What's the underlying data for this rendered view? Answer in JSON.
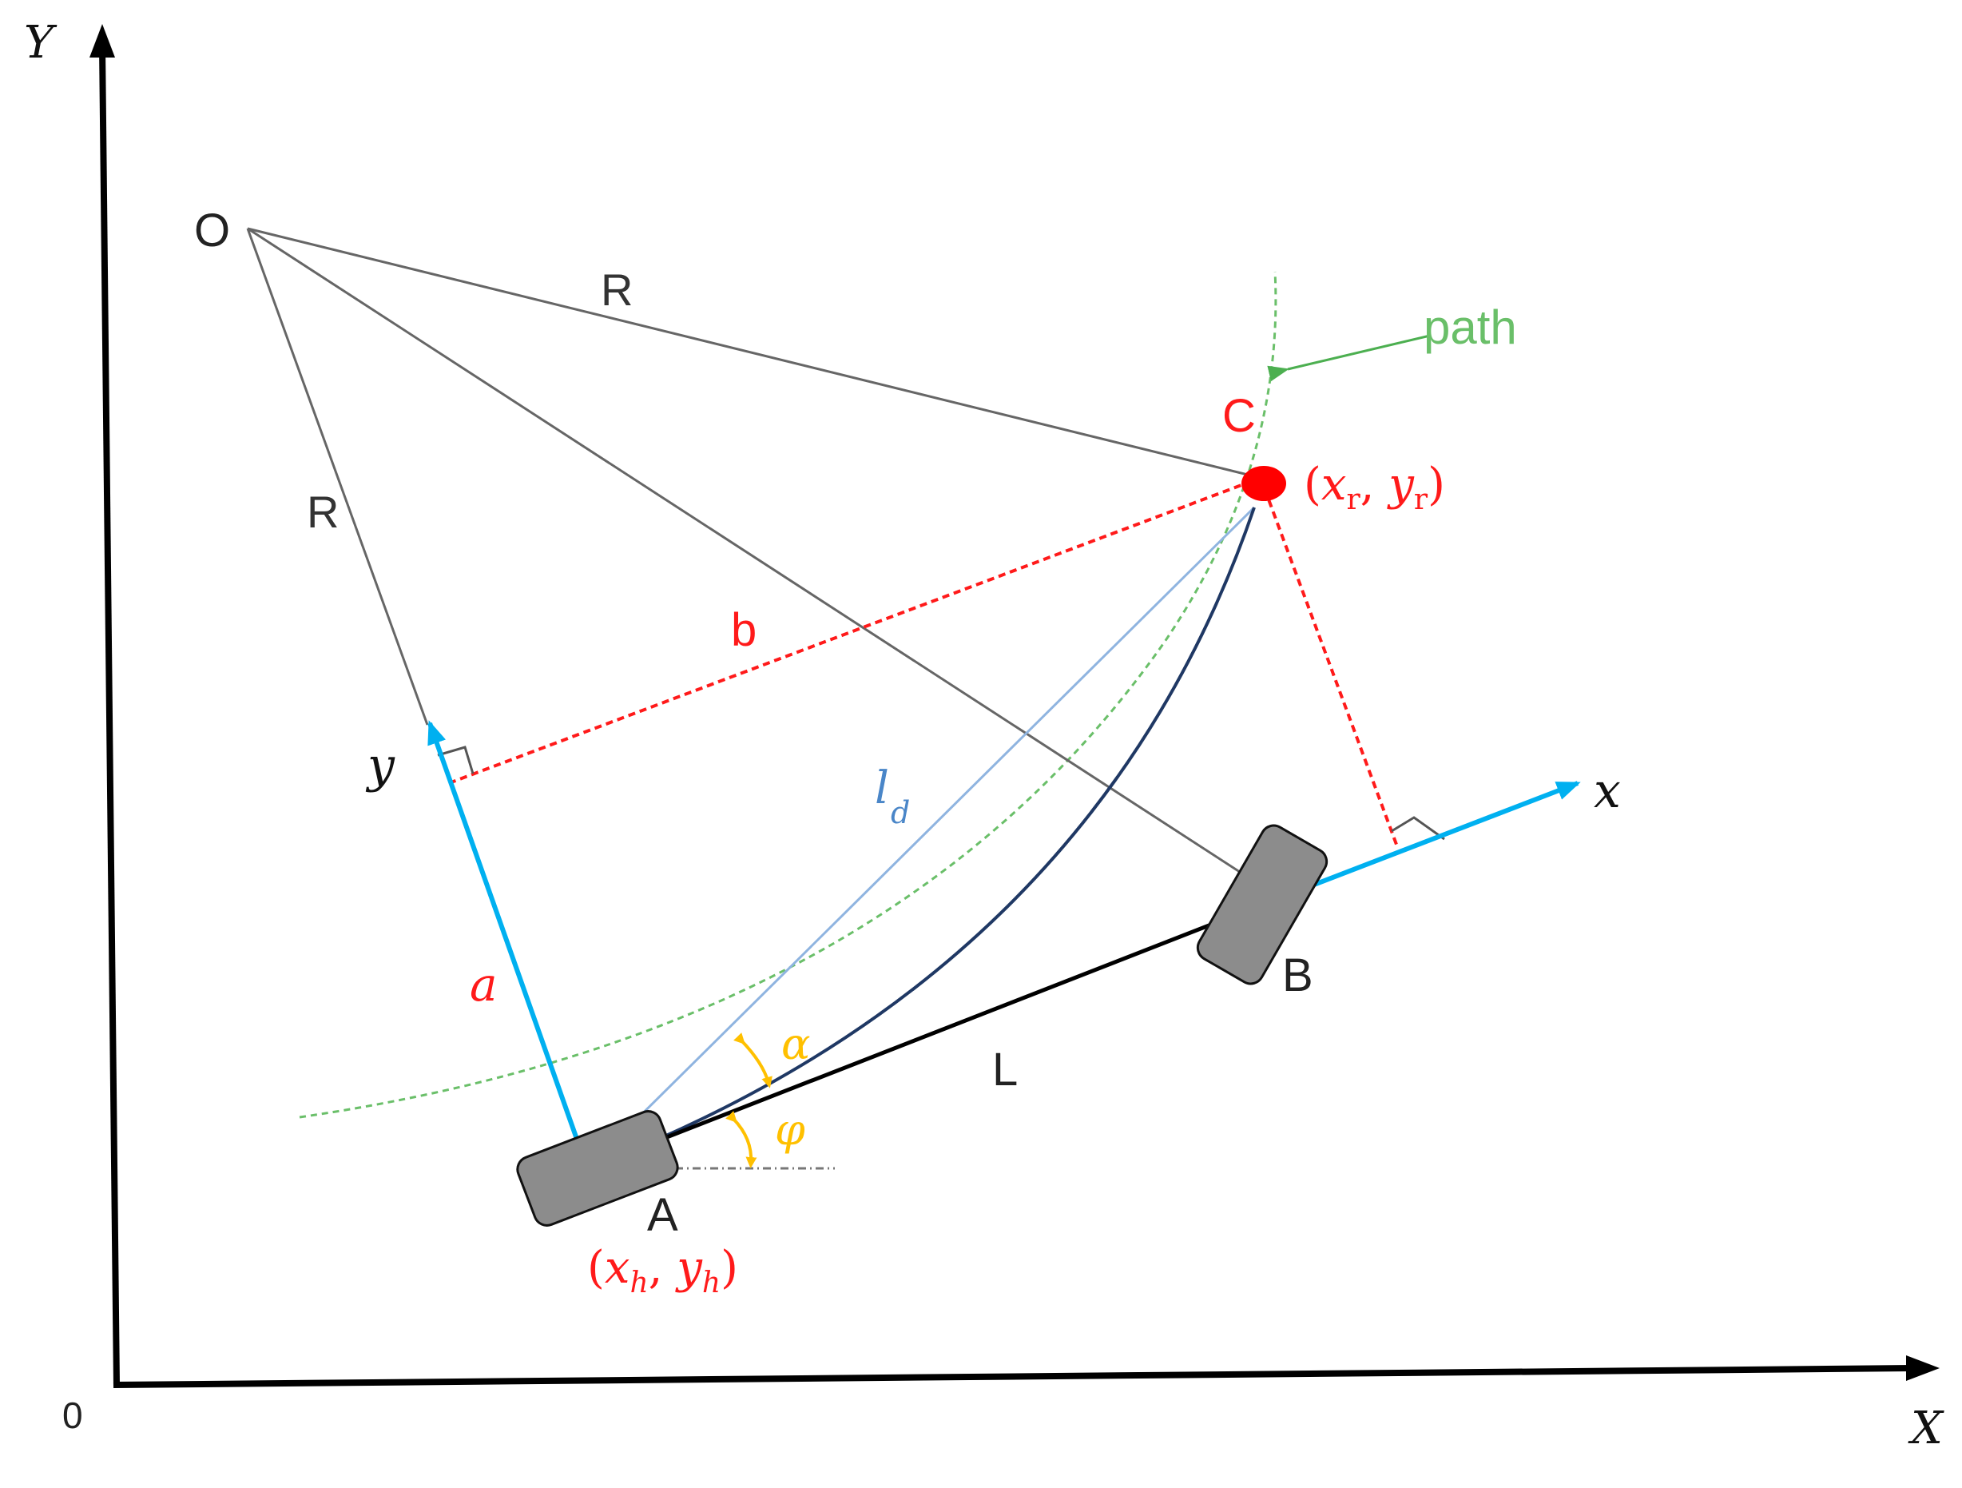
{
  "axes": {
    "origin_label": "0",
    "x_label": "X",
    "y_label": "Y"
  },
  "points": {
    "O": "O",
    "A": "A",
    "B": "B",
    "C": "C"
  },
  "segments": {
    "R_top": "R",
    "R_left": "R",
    "L": "L",
    "b": "b",
    "a": "a",
    "ld_main": "l",
    "ld_sub": "d"
  },
  "local_axes": {
    "x": "x",
    "y": "y"
  },
  "angles": {
    "alpha": "α",
    "phi": "φ"
  },
  "coords": {
    "rear": {
      "open": "(",
      "x": "x",
      "x_sub": "h",
      "comma": ", ",
      "y": "y",
      "y_sub": "h",
      "close": ")"
    },
    "target": {
      "open": "(",
      "x": "x",
      "x_sub": "r",
      "comma": ", ",
      "y": "y",
      "y_sub": "r",
      "close": ")"
    }
  },
  "path_label": "path",
  "colors": {
    "axis": "#000000",
    "construction": "#555555",
    "red": "#ff1a1a",
    "cyan": "#00b0f0",
    "blue_text": "#4a86c8",
    "light_blue_line": "#8fb4e0",
    "navy_curve": "#1f3864",
    "green": "#6abf69",
    "orange": "#ffc000",
    "wheel_fill": "#8c8c8c"
  }
}
